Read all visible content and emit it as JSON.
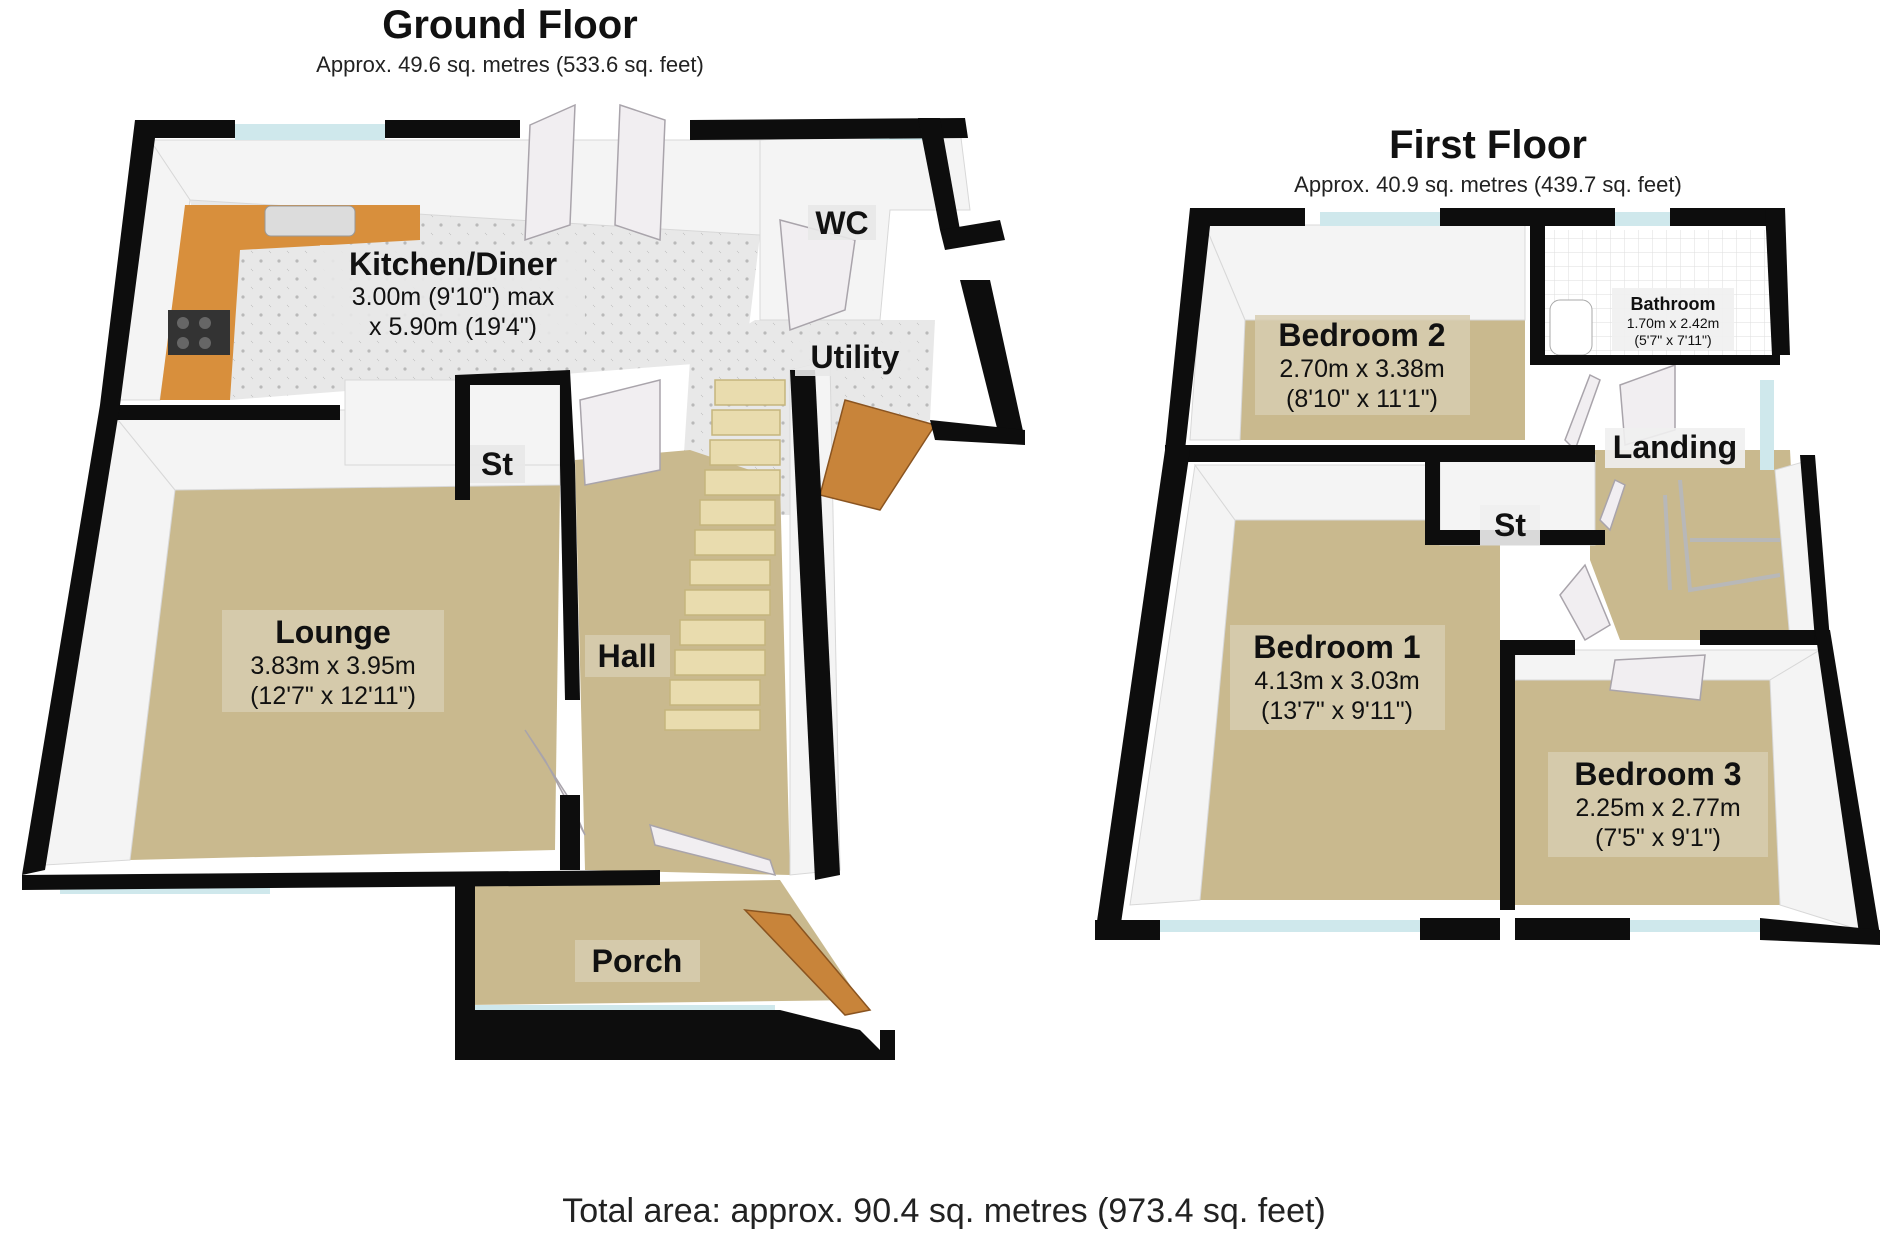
{
  "ground_floor": {
    "title": "Ground Floor",
    "area": "Approx. 49.6 sq. metres (533.6 sq. feet)",
    "rooms": {
      "kitchen": {
        "name": "Kitchen/Diner",
        "dim1": "3.00m (9'10\") max",
        "dim2": "x 5.90m (19'4\")"
      },
      "wc": {
        "name": "WC"
      },
      "utility": {
        "name": "Utility"
      },
      "store": {
        "name": "St"
      },
      "lounge": {
        "name": "Lounge",
        "dim1": "3.83m x 3.95m",
        "dim2": "(12'7\" x 12'11\")"
      },
      "hall": {
        "name": "Hall"
      },
      "porch": {
        "name": "Porch"
      }
    }
  },
  "first_floor": {
    "title": "First Floor",
    "area": "Approx. 40.9 sq. metres (439.7 sq. feet)",
    "rooms": {
      "bedroom2": {
        "name": "Bedroom 2",
        "dim1": "2.70m x 3.38m",
        "dim2": "(8'10\" x 11'1\")"
      },
      "bathroom": {
        "name": "Bathroom",
        "dim1": "1.70m x 2.42m",
        "dim2": "(5'7\" x 7'11\")"
      },
      "landing": {
        "name": "Landing"
      },
      "store": {
        "name": "St"
      },
      "bedroom1": {
        "name": "Bedroom 1",
        "dim1": "4.13m x 3.03m",
        "dim2": "(13'7\" x 9'11\")"
      },
      "bedroom3": {
        "name": "Bedroom 3",
        "dim1": "2.25m x 2.77m",
        "dim2": "(7'5\" x 9'1\")"
      }
    }
  },
  "total_area": "Total area: approx. 90.4 sq. metres (973.4 sq. feet)",
  "colors": {
    "wall": "#0d0d0d",
    "carpet": "#c9b98e",
    "tile": "#e6e6e6",
    "window": "#cfe8ec",
    "wood_door": "#c8843a",
    "worktop": "#d88f3c"
  }
}
